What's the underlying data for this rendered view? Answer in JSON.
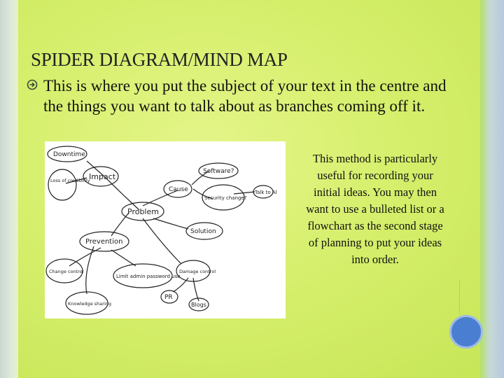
{
  "slide": {
    "title": "SPIDER DIAGRAM/MIND MAP",
    "bullet_text": "This is where you put the subject of your text in the centre and the things you want to talk about as branches coming off it.",
    "side_note": "This method is particularly useful for recording your initial ideas. You may then want to use a bulleted list or a flowchart as the second stage of planning to put your ideas into order."
  },
  "mind_map": {
    "center": "Problem",
    "nodes": {
      "downtime": "Downtime",
      "loss_of_credibility": "Loss of credibility",
      "impact": "Impact",
      "cause": "Cause",
      "software": "Software?",
      "security_change": "Security change?",
      "talk_to_al": "Talk to Al",
      "solution": "Solution",
      "prevention": "Prevention",
      "change_control": "Change control",
      "limit_admin": "Limit admin password use",
      "knowledge_sharing": "Knowledge sharing",
      "damage_control": "Damage control",
      "pr": "PR",
      "blogs": "Blogs"
    }
  },
  "colors": {
    "background": "#d6ef6c",
    "accent_circle": "#4a7ed0"
  }
}
